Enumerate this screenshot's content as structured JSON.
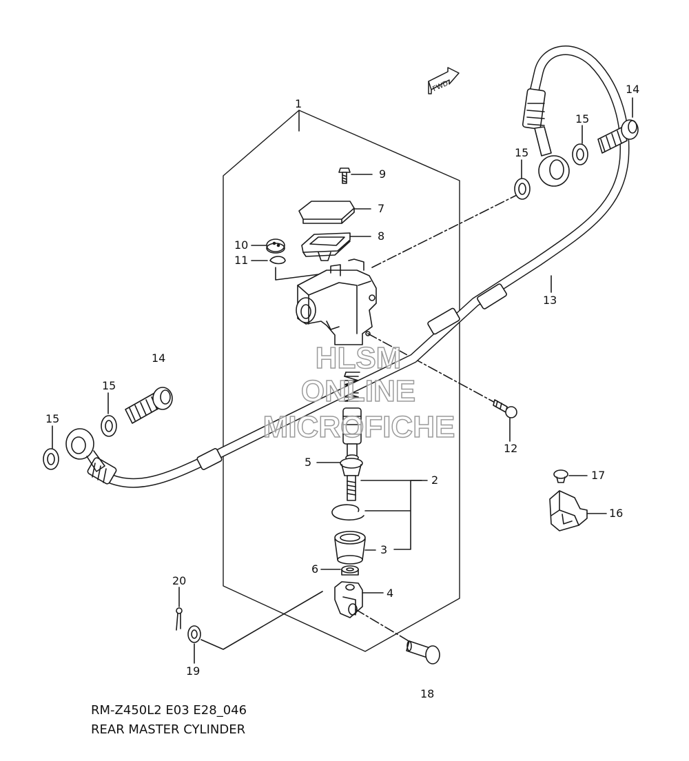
{
  "caption": {
    "code": "RM-Z450L2 E03 E28_046",
    "title": "REAR MASTER CYLINDER"
  },
  "watermark": {
    "line1": "HLSM",
    "line2": "ONLINE",
    "line3": "MICROFICHE"
  },
  "fwd_label": "FWD",
  "callouts": {
    "c1": "1",
    "c2": "2",
    "c3": "3",
    "c4": "4",
    "c5": "5",
    "c6": "6",
    "c7": "7",
    "c8": "8",
    "c9": "9",
    "c10": "10",
    "c11": "11",
    "c12": "12",
    "c13": "13",
    "c14a": "14",
    "c14b": "14",
    "c15a": "15",
    "c15b": "15",
    "c15c": "15",
    "c15d": "15",
    "c16": "16",
    "c17": "17",
    "c18": "18",
    "c19": "19",
    "c20": "20"
  },
  "colors": {
    "line": "#1a1a1a",
    "watermark_stroke": "#9a9a9a"
  }
}
